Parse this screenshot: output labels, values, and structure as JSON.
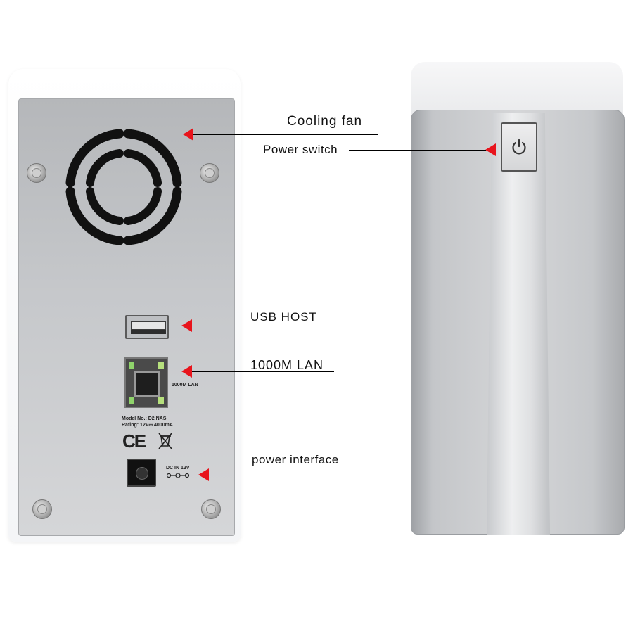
{
  "callouts": {
    "cooling_fan": "Cooling fan",
    "power_switch": "Power switch",
    "usb_host": "USB HOST",
    "lan": "1000M LAN",
    "power_interface": "power interface"
  },
  "back_panel": {
    "lan_port_label": "1000M LAN",
    "model": "Model No.: D2 NAS",
    "rating": "Rating: 12V⎓ 4000mA",
    "ce_mark": "CE",
    "dc_label": "DC IN 12V"
  },
  "icons": {
    "fan": "fan-grille-icon",
    "power": "power-icon",
    "weee": "weee-bin-icon",
    "arrow": "red-arrow-icon"
  },
  "colors": {
    "arrow": "#e8141c",
    "panel": "#c6c8cb"
  }
}
